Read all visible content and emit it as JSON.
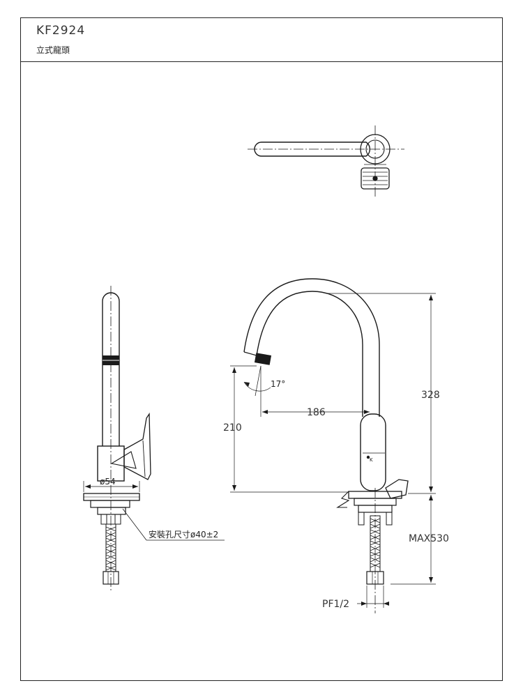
{
  "header": {
    "model": "KF2924",
    "product_name": "立式龍頭"
  },
  "dimensions": {
    "angle": "17°",
    "reach": "186",
    "spout_height": "210",
    "total_height": "328",
    "base_diameter": "ø54",
    "hole_size": "安裝孔尺寸ø40±2",
    "max_length": "MAX530",
    "thread": "PF1/2"
  },
  "colors": {
    "line": "#1a1a1a",
    "background": "#ffffff"
  }
}
